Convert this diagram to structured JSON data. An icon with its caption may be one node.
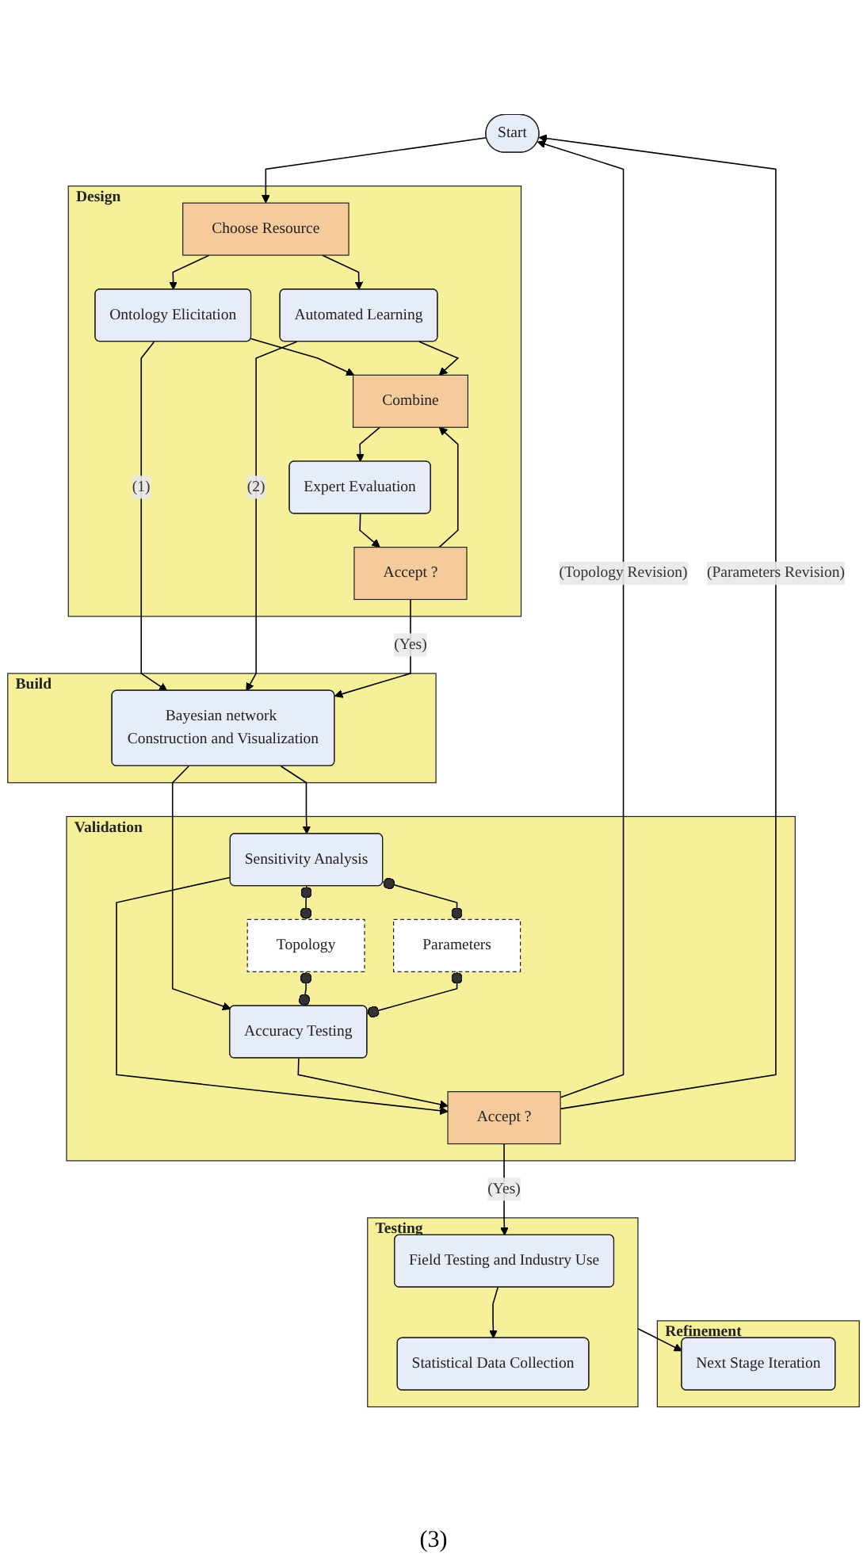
{
  "diagram": {
    "nodes": [
      {
        "text": [
          "Start"
        ]
      },
      {
        "text": [
          "Design"
        ]
      },
      {
        "text": [
          "Choose Resource"
        ],
        "in": 1
      },
      {
        "text": [
          "Ontology Elicitation"
        ],
        "in": 1
      },
      {
        "text": [
          "Combine"
        ],
        "in": 1
      },
      {
        "text": [
          "Automated Learning"
        ],
        "in": 1
      },
      {
        "text": [
          "Expert Evaluation"
        ],
        "in": 1
      },
      {
        "text": [
          "Accept ?"
        ],
        "in": 1
      },
      {
        "text": [
          "Build"
        ]
      },
      {
        "text": [
          "Bayesian network Construction and Visualization"
        ],
        "in": 8
      },
      {
        "text": [
          "Validation"
        ]
      },
      {
        "text": [
          "Sensitivity Analysis"
        ],
        "in": 10
      },
      {
        "text": [
          "Topology"
        ],
        "in": 10
      },
      {
        "text": [
          "Accuracy Testing"
        ],
        "in": 10
      },
      {
        "text": [
          "Parameters"
        ],
        "in": 10
      },
      {
        "text": [
          "Accept ?"
        ],
        "in": 10
      },
      {
        "text": [
          "Testing"
        ]
      },
      {
        "text": [
          "Field Testing and Industry Use"
        ],
        "in": 16
      },
      {
        "text": [
          "Statistical Data Collection"
        ],
        "in": 16
      },
      {
        "text": [
          "Refinement"
        ]
      },
      {
        "text": [
          "Next Stage Iteration"
        ],
        "in": 19
      }
    ],
    "edges": [
      {
        "from": 0,
        "to": 2,
        "arrow": "to"
      },
      {
        "from": 2,
        "to": 3,
        "arrow": "to"
      },
      {
        "from": 2,
        "to": 5,
        "arrow": "to"
      },
      {
        "from": 3,
        "to": 4,
        "arrow": "to"
      },
      {
        "from": 5,
        "to": 4,
        "arrow": "to"
      },
      {
        "from": 4,
        "to": 6,
        "arrow": "to"
      },
      {
        "from": 6,
        "to": 7,
        "arrow": "to"
      },
      {
        "from": 7,
        "to": 4,
        "arrow": "to"
      },
      {
        "from": 3,
        "to": 9,
        "arrow": "to",
        "label": "(1)"
      },
      {
        "from": 5,
        "to": 9,
        "arrow": "to",
        "label": "(2)"
      },
      {
        "from": 7,
        "to": 9,
        "arrow": "to",
        "label": "(Yes)"
      },
      {
        "from": 9,
        "to": 11,
        "arrow": "to"
      },
      {
        "from": 9,
        "to": 13,
        "arrow": "to"
      },
      {
        "from": 11,
        "to": 12,
        "arrow": "other"
      },
      {
        "from": 11,
        "to": 14,
        "arrow": "other"
      },
      {
        "from": 12,
        "to": 13,
        "arrow": "other"
      },
      {
        "from": 14,
        "to": 13,
        "arrow": "other"
      },
      {
        "from": 11,
        "to": 15,
        "arrow": "to"
      },
      {
        "from": 13,
        "to": 15,
        "arrow": "to"
      },
      {
        "from": 15,
        "to": 0,
        "arrow": "to",
        "label": "(Topology Revision)"
      },
      {
        "from": 15,
        "to": 0,
        "arrow": "to",
        "label": "(Parameters Revision)"
      },
      {
        "from": 15,
        "to": 17,
        "arrow": "to",
        "label": "(Yes)"
      },
      {
        "from": 17,
        "to": 18,
        "arrow": "to"
      },
      {
        "from": 16,
        "to": 20,
        "arrow": "to"
      }
    ],
    "labels": [
      "(3)"
    ]
  }
}
